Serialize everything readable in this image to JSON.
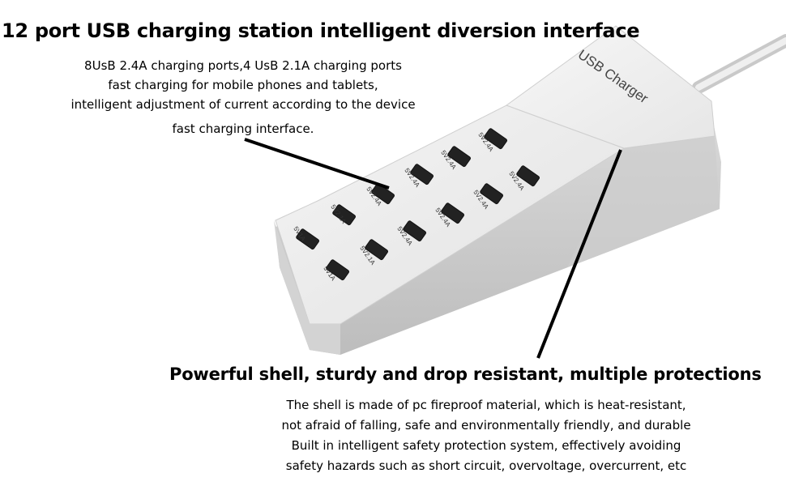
{
  "title": "12 port USB charging station intelligent diversion interface",
  "top_description": [
    "8UsB 2.4A charging ports,4 UsB 2.1A charging ports",
    "fast charging for mobile phones and tablets,",
    "intelligent adjustment of current according to the device",
    "fast charging interface."
  ],
  "device": {
    "brand_label": "USB Charger",
    "port_labels": [
      "5V1A",
      "5V2.1A",
      "5V2.4A",
      "5V2.4A",
      "5V2.4A",
      "5V2.4A",
      "5V1A",
      "5V2.1A",
      "5V2.4A",
      "5V2.4A",
      "5V2.4A",
      "5V2.4A"
    ]
  },
  "bottom_heading": "Powerful shell, sturdy and drop resistant, multiple protections",
  "bottom_description": [
    "The shell is made of pc fireproof material, which is heat-resistant,",
    "not afraid of falling, safe and environmentally friendly, and durable",
    "Built in intelligent safety protection system, effectively avoiding",
    "safety hazards such as short circuit, overvoltage, overcurrent, etc"
  ]
}
